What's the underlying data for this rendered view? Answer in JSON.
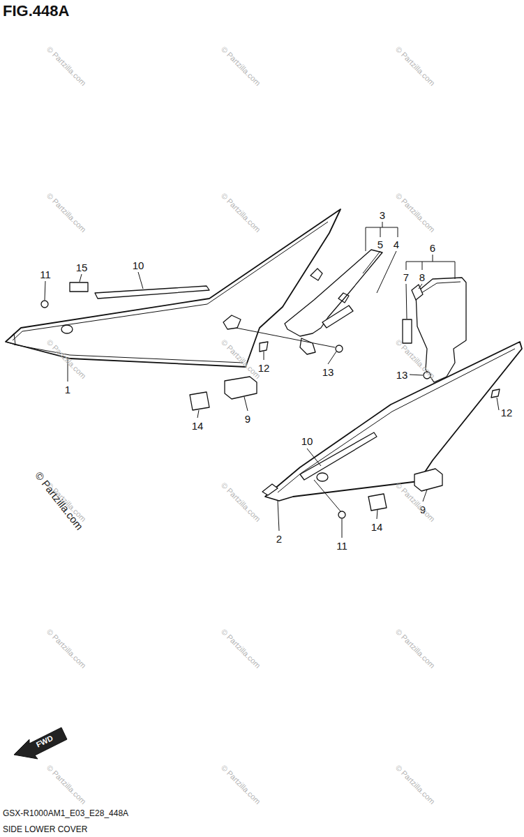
{
  "diagram": {
    "title": "FIG.448A",
    "caption": "SIDE LOWER COVER",
    "labels": [
      "3",
      "5",
      "4",
      "6",
      "7",
      "8",
      "11",
      "15",
      "10",
      "1",
      "12",
      "13",
      "14",
      "9",
      "13",
      "12",
      "10",
      "2",
      "11",
      "14",
      "9",
      "FWD",
      "GSX-R1000AM1_E03_E28_448A",
      "© Partzilla.com",
      "© Partzilla.com",
      "© Partzilla.com",
      "© Partzilla.com",
      "© Partzilla.com",
      "© Partzilla.com",
      "© Partzilla.com",
      "© Partzilla.com",
      "© Partzilla.com",
      "© Partzilla.com",
      "© Partzilla.com",
      "© Partzilla.com",
      "© Partzilla.com",
      "© Partzilla.com",
      "© Partzilla.com",
      "© Partzilla.com",
      "© Partzilla.com",
      "© Partzilla.com",
      "© Partzilla.com"
    ]
  }
}
